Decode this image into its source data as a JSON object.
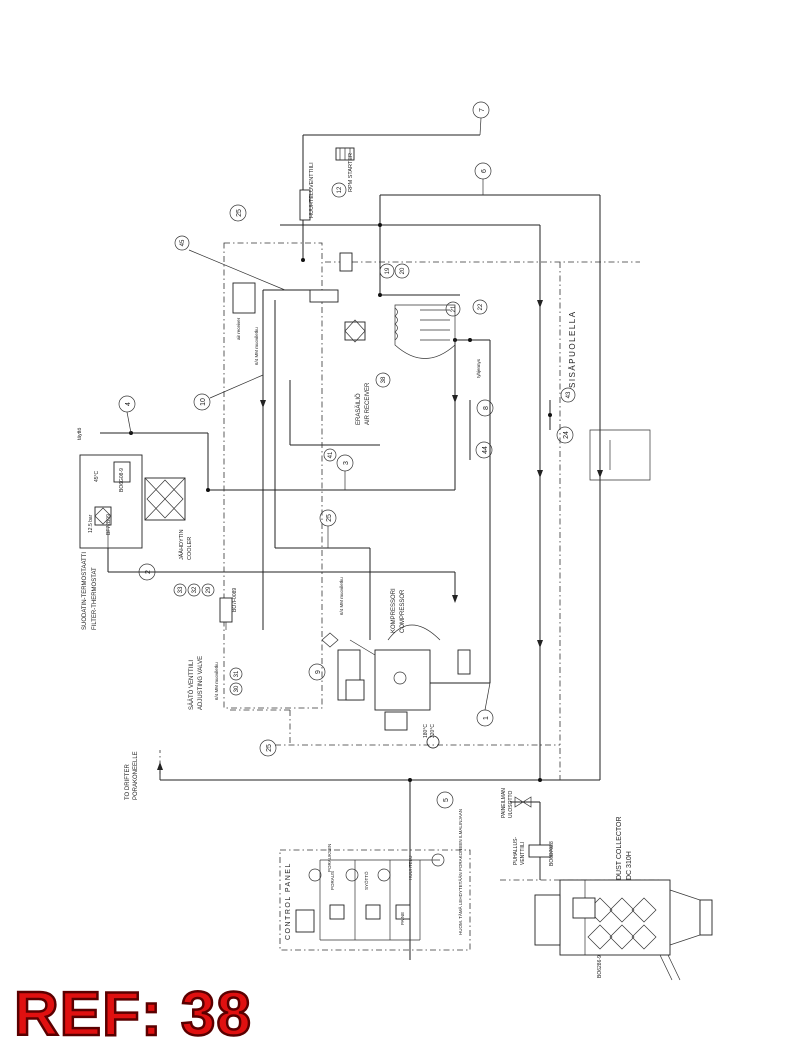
{
  "callouts": [
    "1",
    "2",
    "3",
    "4",
    "5",
    "6",
    "7",
    "8",
    "9",
    "10",
    "24",
    "25",
    "25",
    "25",
    "29",
    "30",
    "31",
    "32",
    "33",
    "38",
    "41",
    "43",
    "44",
    "45",
    "20",
    "22",
    "21",
    "19",
    "12"
  ],
  "labels": {
    "tayto": "täyttö",
    "cooler_fi": "JÄÄHDYTIN",
    "cooler_en": "COOLER",
    "filter_thermostat_fi": "SUODATIN-TERMOSTAATTI",
    "filter_thermostat_en": "FILTER-THERMOSTAT",
    "temp_setting": "45°C",
    "pressure_setting": "12.5 bar",
    "part_cooler_valve": "BO6G08-9",
    "part_filter": "BF72B09",
    "adjusting_fi": "SÄÄTÖ VENTTIILI",
    "adjusting_en": "ADJUSTING VALVE",
    "part_adjusting": "BO7F0089",
    "air_receiver_fi": "ERASÄILIÖ",
    "air_receiver_en": "AIR RECEIVER",
    "compressor_fi": "KOMPRESSORI",
    "compressor_en": "COMPRESSOR",
    "rpm_starter": "RPM STARTER",
    "hk_valve": "HUUHTELUVENTTIILI",
    "sisapuolella": "SISÄPUOLELLA",
    "to_drifter_1": "TO DRIFTER",
    "to_drifter_2": "PORAKONEELLE",
    "control_panel": "CONTROL PANEL",
    "porauksen": "PORAUKSEN",
    "poraus": "PORAUS",
    "syotto": "SYÖTTÖ",
    "huuhtelu": "HUUHTELU",
    "paine": "PAINE",
    "dust_collector_1": "DUST COLLECTOR",
    "dust_collector_2": "DC 310H",
    "part_dust": "BO6286-9",
    "puhallus_1": "PUHALLUS-",
    "puhallus_2": "VENTTIILI",
    "part_puhallus": "BO6D7028",
    "paineilma_1": "PAINEILMAN",
    "paineilma_2": "ULOSOTTO",
    "huom": "HUOM. TÄMÄ LEHDYTETÄÄN PORAKONEEN ILMALINJAAN",
    "hose_1": "6/4 MM muoviletku",
    "hose_2": "6/4 MM muoviletku",
    "hose_3": "6/4 MM muoviletku",
    "temp_max": "180°C",
    "temp_max2": "320°C",
    "tyhjennys": "tyhjennys",
    "air_receiver_small": "air receiver"
  },
  "ref": {
    "prefix": "REF:",
    "number": "38"
  },
  "colors": {
    "ref_fill": "#e01010",
    "ref_outline": "#5a0000",
    "line": "#222222"
  }
}
